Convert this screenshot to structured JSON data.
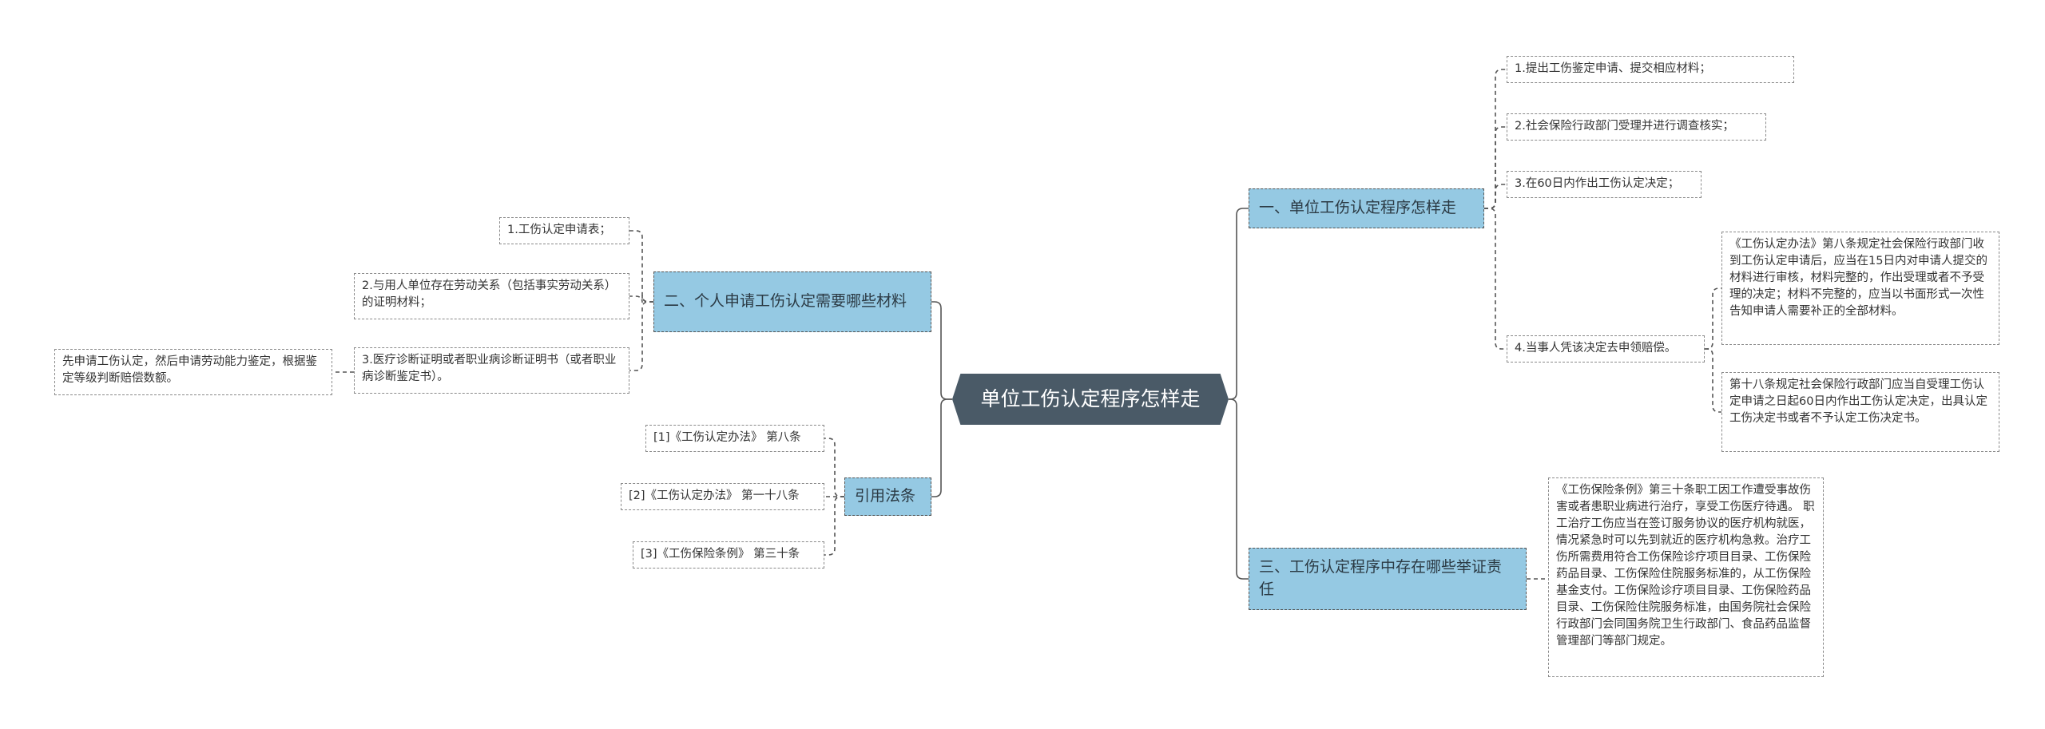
{
  "root": {
    "label": "单位工伤认定程序怎样走"
  },
  "branches": {
    "b1": {
      "label": "一、单位工伤认定程序怎样走"
    },
    "b2": {
      "label": "二、个人申请工伤认定需要哪些材料"
    },
    "b3": {
      "label": "三、工伤认定程序中存在哪些举证责任"
    },
    "b4": {
      "label": "引用法条"
    }
  },
  "leaves": {
    "r1": "1.提出工伤鉴定申请、提交相应材料；",
    "r2": "2.社会保险行政部门受理并进行调查核实；",
    "r3": "3.在60日内作出工伤认定决定；",
    "r4": "4.当事人凭该决定去申领赔偿。",
    "r4a": "《工伤认定办法》第八条规定社会保险行政部门收到工伤认定申请后，应当在15日内对申请人提交的材料进行审核，材料完整的，作出受理或者不予受理的决定；材料不完整的，应当以书面形式一次性告知申请人需要补正的全部材料。",
    "r4b": "第十八条规定社会保险行政部门应当自受理工伤认定申请之日起60日内作出工伤认定决定，出具认定工伤决定书或者不予认定工伤决定书。",
    "r5": "《工伤保险条例》第三十条职工因工作遭受事故伤害或者患职业病进行治疗，享受工伤医疗待遇。 职工治疗工伤应当在签订服务协议的医疗机构就医，情况紧急时可以先到就近的医疗机构急救。治疗工伤所需费用符合工伤保险诊疗项目目录、工伤保险药品目录、工伤保险住院服务标准的，从工伤保险基金支付。工伤保险诊疗项目目录、工伤保险药品目录、工伤保险住院服务标准，由国务院社会保险行政部门会同国务院卫生行政部门、食品药品监督管理部门等部门规定。",
    "l1": "1.工伤认定申请表；",
    "l2": "2.与用人单位存在劳动关系（包括事实劳动关系）的证明材料；",
    "l3": "3.医疗诊断证明或者职业病诊断证明书（或者职业病诊断鉴定书）。",
    "l3a": "先申请工伤认定，然后申请劳动能力鉴定，根据鉴定等级判断赔偿数额。",
    "c1": "[1]《工伤认定办法》 第八条",
    "c2": "[2]《工伤认定办法》 第一十八条",
    "c3": "[3]《工伤保险条例》 第三十条"
  },
  "colors": {
    "root_bg": "#4a5a67",
    "branch_bg": "#95c9e3",
    "line": "#555555"
  }
}
